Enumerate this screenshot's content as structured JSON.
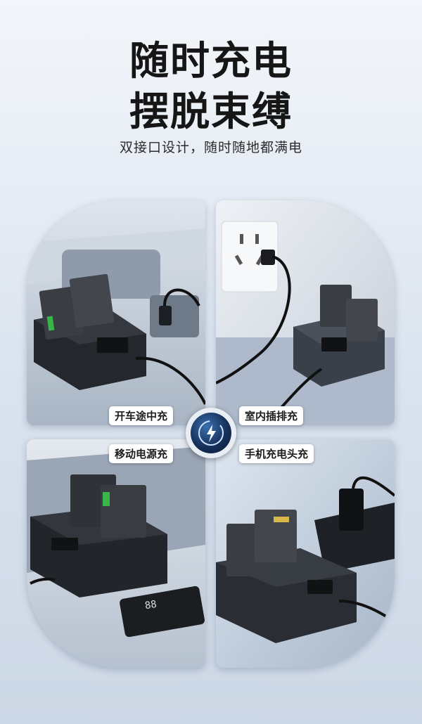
{
  "headline": {
    "line1": "随时充电",
    "line2": "摆脱束缚"
  },
  "subtitle": "双接口设计，随时随地都满电",
  "scenes": [
    {
      "label": "开车途中充"
    },
    {
      "label": "室内插排充"
    },
    {
      "label": "移动电源充"
    },
    {
      "label": "手机充电头充"
    }
  ],
  "power_bank_display": "88",
  "center_badge": {
    "icon": "lightning-charge-icon"
  },
  "colors": {
    "charger_body": "#2a2d33",
    "battery_body": "#3a3d42",
    "indicator_green": "#39b54a",
    "badge_blue": "#1f4e8c"
  }
}
